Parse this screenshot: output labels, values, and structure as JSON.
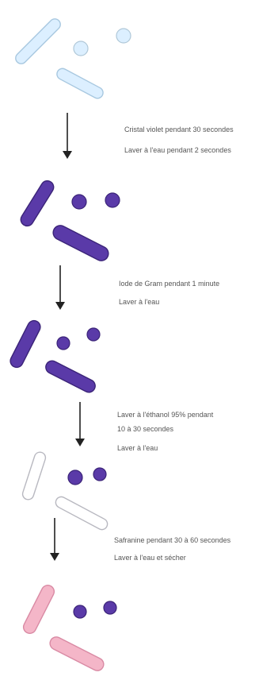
{
  "stages": [
    {
      "name": "initial",
      "fill": "#dcefff",
      "stroke": "#a8c8e0",
      "left_stroke": "#c8d8e8",
      "dot_fill": "#dcefff",
      "dot_stroke": "#b0c8d8"
    },
    {
      "name": "after-crystal-violet",
      "fill": "#5a3aa8",
      "stroke": "#3b2478",
      "left_stroke": "#3b2478",
      "dot_fill": "#5a3aa8",
      "dot_stroke": "#3b2478"
    },
    {
      "name": "after-iodine",
      "fill": "#5a3aa8",
      "stroke": "#3b2478",
      "left_stroke": "#3b2478",
      "dot_fill": "#5a3aa8",
      "dot_stroke": "#3b2478"
    },
    {
      "name": "after-alcohol",
      "fill": "#ffffff",
      "stroke": "#b8b8c0",
      "left_stroke": "#c0c0cc",
      "dot_fill": "#5a3aa8",
      "dot_stroke": "#3b2478"
    },
    {
      "name": "after-safranin",
      "fill": "#f4b6c8",
      "stroke": "#d98aa4",
      "left_stroke": "#d98aa4",
      "dot_fill": "#5a3aa8",
      "dot_stroke": "#3b2478"
    }
  ],
  "steps": [
    {
      "lines": [
        "Cristal violet pendant 30 secondes",
        "Laver à l'eau pendant 2 secondes"
      ]
    },
    {
      "lines": [
        "Iode de Gram pendant 1 minute",
        "Laver à l'eau"
      ]
    },
    {
      "lines": [
        "Laver à l'éthanol 95% pendant",
        "10 à 30 secondes",
        "Laver à l'eau"
      ]
    },
    {
      "lines": [
        "Safranine pendant 30 à 60 secondes",
        "Laver à l'eau et sécher"
      ]
    }
  ],
  "colors": {
    "arrow": "#222222",
    "text": "#555555"
  }
}
